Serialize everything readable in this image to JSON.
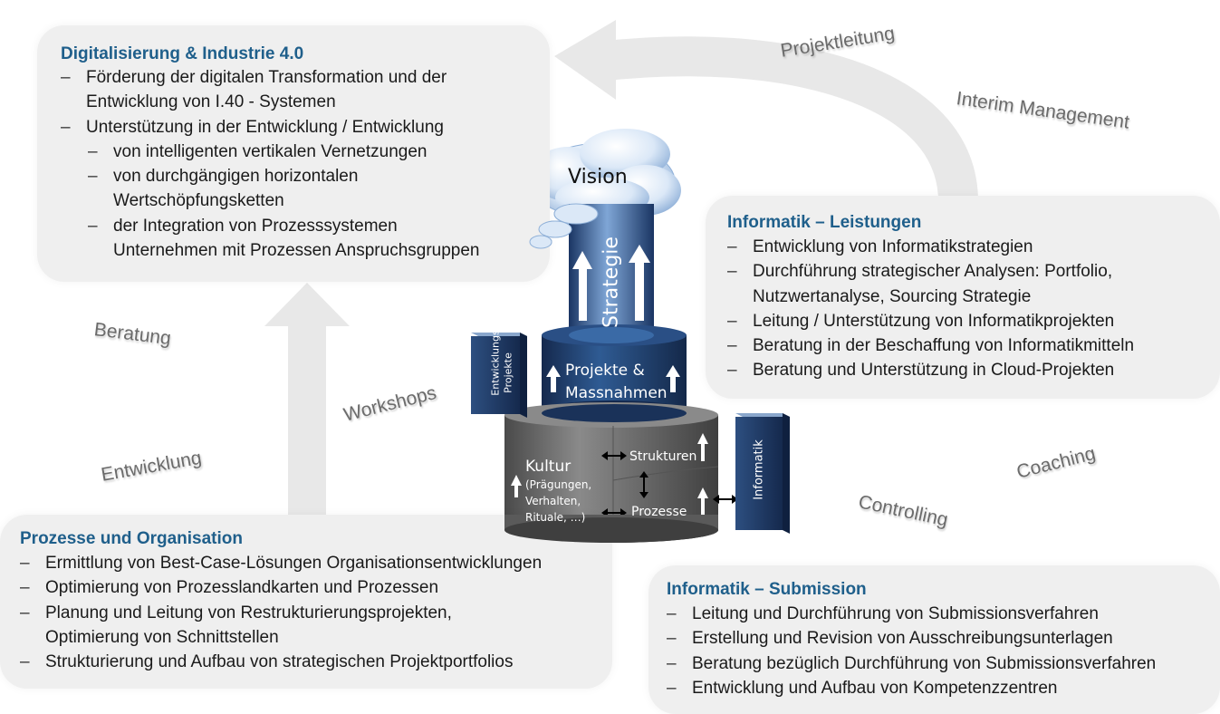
{
  "panels": {
    "digital": {
      "title": "Digitalisierung & Industrie 4.0",
      "items": [
        {
          "text": "Förderung der digitalen Transformation und der"
        },
        {
          "text": "Entwicklung von I.40 - Systemen",
          "cont": true
        },
        {
          "text": "Unterstützung in der Entwicklung / Entwicklung"
        },
        {
          "text": "von intelligenten vertikalen Vernetzungen",
          "sub": true
        },
        {
          "text": "von durchgängigen horizontalen",
          "sub": true
        },
        {
          "text": "Wertschöpfungsketten",
          "sub": true,
          "cont": true
        },
        {
          "text": "der Integration von Prozesssystemen",
          "sub": true
        },
        {
          "text": "Unternehmen mit Prozessen Anspruchsgruppen",
          "sub": true,
          "cont": true
        }
      ]
    },
    "leistungen": {
      "title": "Informatik – Leistungen",
      "items": [
        {
          "text": "Entwicklung von Informatikstrategien"
        },
        {
          "text": "Durchführung strategischer Analysen: Portfolio,"
        },
        {
          "text": "Nutzwertanalyse, Sourcing Strategie",
          "cont": true
        },
        {
          "text": "Leitung / Unterstützung von Informatikprojekten"
        },
        {
          "text": "Beratung in der Beschaffung von Informatikmitteln"
        },
        {
          "text": "Beratung und Unterstützung in Cloud-Projekten"
        }
      ]
    },
    "prozesse": {
      "title": "Prozesse und Organisation",
      "items": [
        {
          "text": "Ermittlung von Best-Case-Lösungen Organisationsentwicklungen"
        },
        {
          "text": "Optimierung von Prozesslandkarten und Prozessen"
        },
        {
          "text": "Planung und Leitung von Restrukturierungsprojekten,"
        },
        {
          "text": "Optimierung von Schnittstellen",
          "cont": true
        },
        {
          "text": "Strukturierung und Aufbau von strategischen Projektportfolios"
        }
      ]
    },
    "submission": {
      "title": "Informatik – Submission",
      "items": [
        {
          "text": "Leitung und Durchführung von Submissionsverfahren"
        },
        {
          "text": "Erstellung und Revision von Ausschreibungsunterlagen"
        },
        {
          "text": "Beratung bezüglich Durchführung von Submissionsverfahren"
        },
        {
          "text": "Entwicklung und Aufbau von Kompetenzzentren"
        }
      ]
    }
  },
  "arrow_labels": {
    "projektleitung": "Projektleitung",
    "interim": "Interim Management",
    "beratung": "Beratung",
    "workshops": "Workshops",
    "entwicklung": "Entwicklung",
    "coaching": "Coaching",
    "controlling": "Controlling"
  },
  "model": {
    "vision": "Vision",
    "strategie": "Strategie",
    "projekte": "Projekte &",
    "massnahmen": "Massnahmen",
    "entwicklungs1": "Entwicklungs-",
    "entwicklungs2": "Projekte",
    "kultur": "Kultur",
    "kultur_sub1": "(Prägungen,",
    "kultur_sub2": "Verhalten,",
    "kultur_sub3": "Rituale, …)",
    "strukturen": "Strukturen",
    "prozesse": "Prozesse",
    "informatik": "Informatik"
  },
  "colors": {
    "title": "#1f5f8b",
    "panel": "#efefef",
    "arrow": "#e6e6e6",
    "blue_dark": "#1c3a66",
    "blue_light": "#5b8bc2",
    "grey_cyl": "#6b6b6b"
  }
}
